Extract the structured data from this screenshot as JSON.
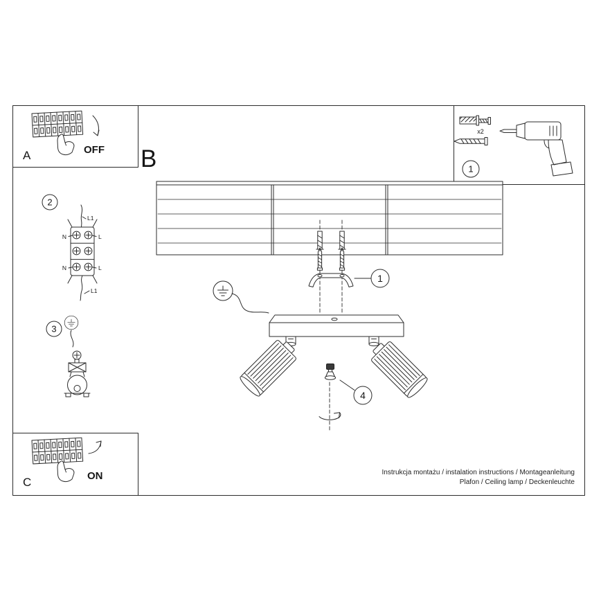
{
  "labels": {
    "section_a": "A",
    "section_b": "B",
    "section_c": "C",
    "off": "OFF",
    "on": "ON"
  },
  "steps": {
    "tools_badge": "1",
    "wiring_badge": "2",
    "ground_badge": "3",
    "mount_badge": "1",
    "adjust_badge": "4"
  },
  "tools": {
    "anchors_qty": "x2"
  },
  "wiring_labels": {
    "top_cable": "L1",
    "top_left": "N",
    "top_right": "L",
    "bottom_left": "N",
    "bottom_right": "L",
    "bottom_cable": "L1"
  },
  "footer": {
    "line1": "Instrukcja montażu / instalation instructions / Montageanleitung",
    "line2": "Plafon / Ceiling lamp / Deckenleuchte"
  },
  "colors": {
    "ink": "#2b2b2b",
    "paper": "#ffffff"
  }
}
